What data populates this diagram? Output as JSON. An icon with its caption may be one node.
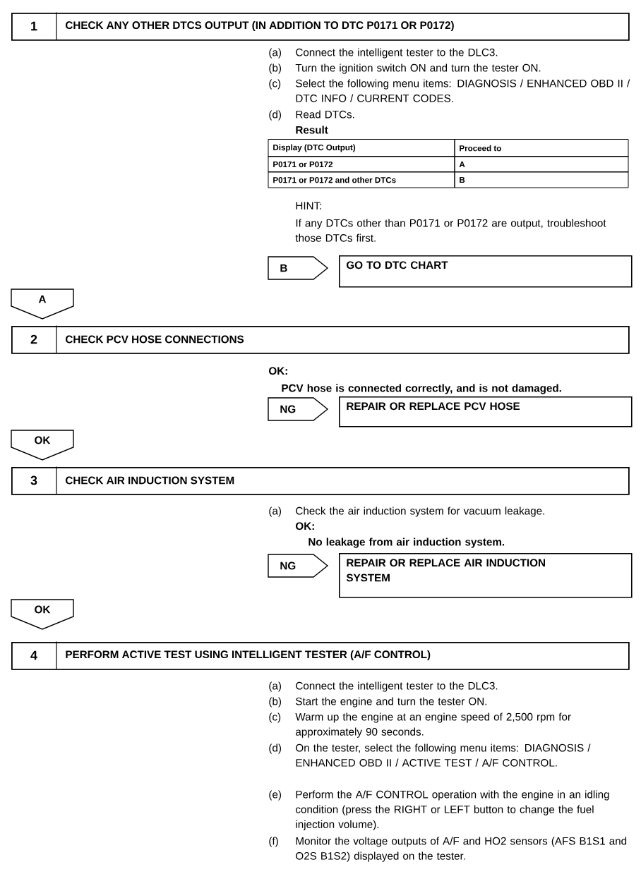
{
  "diagram": {
    "nodes": [
      {
        "text": [
          "1",
          "CHECK ANY OTHER DTCS OUTPUT (IN ADDITION TO DTC P0171 OR P0172)"
        ]
      },
      {
        "text": [
          "B"
        ]
      },
      {
        "text": [
          "GO TO DTC CHART"
        ]
      },
      {
        "text": [
          "A"
        ]
      },
      {
        "text": [
          "2",
          "CHECK PCV HOSE CONNECTIONS"
        ]
      },
      {
        "text": [
          "NG"
        ]
      },
      {
        "text": [
          "REPAIR OR REPLACE PCV HOSE"
        ]
      },
      {
        "text": [
          "OK"
        ]
      },
      {
        "text": [
          "3",
          "CHECK AIR INDUCTION SYSTEM"
        ]
      },
      {
        "text": [
          "NG"
        ]
      },
      {
        "text": [
          "REPAIR OR REPLACE AIR INDUCTION SYSTEM"
        ]
      },
      {
        "text": [
          "OK"
        ]
      },
      {
        "text": [
          "4",
          "PERFORM ACTIVE TEST USING INTELLIGENT TESTER (A/F CONTROL)"
        ]
      }
    ],
    "labels": [
      "(a)",
      "Connect the intelligent tester to the DLC3.",
      "(b)",
      "Turn the ignition switch ON and turn the tester ON.",
      "(c)",
      "Select the following menu items: DIAGNOSIS / ENHANCED OBD II / DTC INFO / CURRENT CODES.",
      "(d)",
      "Read DTCs.",
      "Result",
      "Display (DTC Output)",
      "Proceed to",
      "P0171 or P0172",
      "A",
      "P0171 or P0172 and other DTCs",
      "B",
      "HINT:",
      "If any DTCs other than P0171 or P0172 are output, troubleshoot those DTCs first.",
      "OK:",
      "PCV hose is connected correctly, and is not damaged.",
      "(a)",
      "Check the air induction system for vacuum leakage.",
      "OK:",
      "No leakage from air induction system.",
      "(a)",
      "Connect the intelligent tester to the DLC3.",
      "(b)",
      "Start the engine and turn the tester ON.",
      "(c)",
      "Warm up the engine at an engine speed of 2,500 rpm for approximately 90 seconds.",
      "(d)",
      "On the tester, select the following menu items: DIAGNOSIS / ENHANCED OBD II / ACTIVE TEST / A/F CONTROL.",
      "(e)",
      "Perform the A/F CONTROL operation with the engine in an idling condition (press the RIGHT or LEFT button to change the fuel injection volume).",
      "(f)",
      "Monitor the voltage outputs of A/F and HO2 sensors (AFS B1S1 and O2S B1S2) displayed on the tester."
    ]
  }
}
